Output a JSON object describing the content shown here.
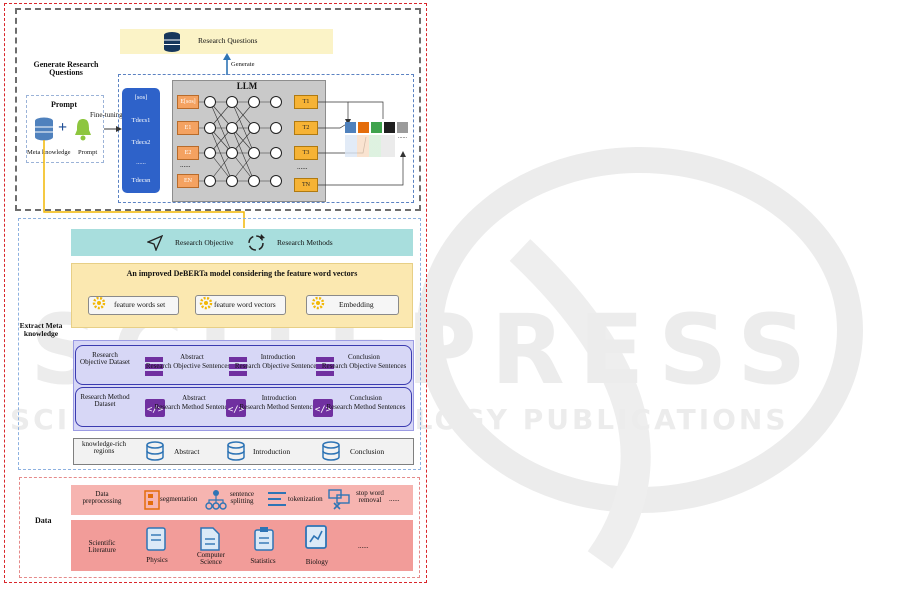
{
  "top": {
    "section_label": "Generate Research Questions",
    "research_questions": "Research Questions",
    "generate": "Generate",
    "prompt_title": "Prompt",
    "meta_knowledge": "Meta knowledge",
    "prompt_label": "Prompt",
    "fine_tuning": "Fine-tuning",
    "llm_title": "LLM",
    "input_tokens": [
      "[sos]",
      "Tdecs1",
      "Tdecs2",
      "......",
      "Tdecsn"
    ],
    "embed_tokens": [
      "E[sos]",
      "E1",
      "E2",
      "......",
      "EN"
    ],
    "output_tokens": [
      "T1",
      "T2",
      "T3",
      "......",
      "TN"
    ],
    "palette_colors": [
      "#4f81bd",
      "#e46c0a",
      "#3fa34d",
      "#1f1f1f",
      "#9b9b9b"
    ],
    "palette_ellipsis": "......"
  },
  "middle": {
    "section_label": "Extract Meta knowledge",
    "research_objective": "Research Objective",
    "research_methods": "Research Methods",
    "deberta_title": "An improved DeBERTa model considering the feature word vectors",
    "feature_words_set": "feature words set",
    "feature_word_vectors": "feature word vectors",
    "embedding": "Embedding",
    "objective_dataset": "Research Objective Dataset",
    "method_dataset": "Research Method Dataset",
    "objective_items": [
      {
        "head": "Abstract",
        "sub": "Research Objective Sentences"
      },
      {
        "head": "Introduction",
        "sub": "Research Objective Sentences"
      },
      {
        "head": "Conclusion",
        "sub": "Research Objective Sentences"
      }
    ],
    "method_items": [
      {
        "head": "Abstract",
        "sub": "Research Method Sentences"
      },
      {
        "head": "Introduction",
        "sub": "Research Method Sentences"
      },
      {
        "head": "Conclusion",
        "sub": "Research Method Sentences"
      }
    ],
    "regions_label": "knowledge-rich regions",
    "regions": [
      "Abstract",
      "Introduction",
      "Conclusion"
    ]
  },
  "bottom": {
    "section_label": "Data",
    "preprocessing_label": "Data preprocessing",
    "steps": [
      "segmentation",
      "sentence splitting",
      "tokenization",
      "stop word removal",
      "......"
    ],
    "literature_label": "Scientific Literature",
    "fields": [
      "Physics",
      "Computer Science",
      "Statistics",
      "Biology",
      "......"
    ]
  },
  "watermark": {
    "line1": "SCITEPRESS",
    "line2": "SCIENCE AND TECHNOLOGY PUBLICATIONS"
  }
}
